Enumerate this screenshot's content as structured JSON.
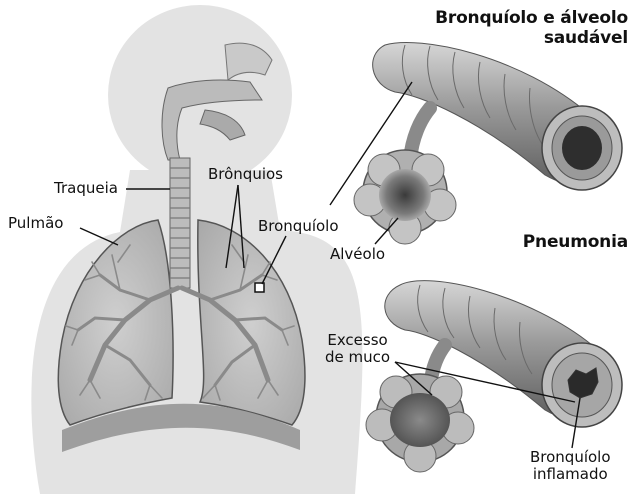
{
  "labels": {
    "traqueia": "Traqueia",
    "bronquios": "Brônquios",
    "pulmao": "Pulmão",
    "bronquiolo": "Bronquíolo",
    "alveolo": "Alvéolo",
    "healthy_title_1": "Bronquíolo e álveolo",
    "healthy_title_2": "saudável",
    "pneumonia_title": "Pneumonia",
    "excesso_1": "Excesso",
    "excesso_2": "de muco",
    "inflamado_1": "Bronquíolo",
    "inflamado_2": "inflamado"
  },
  "colors": {
    "body_silhouette": "#e3e3e3",
    "lung": "#bdbdbd",
    "tube": "#8d8d8d",
    "mucus": "#5a5a5a",
    "line": "#111111"
  }
}
